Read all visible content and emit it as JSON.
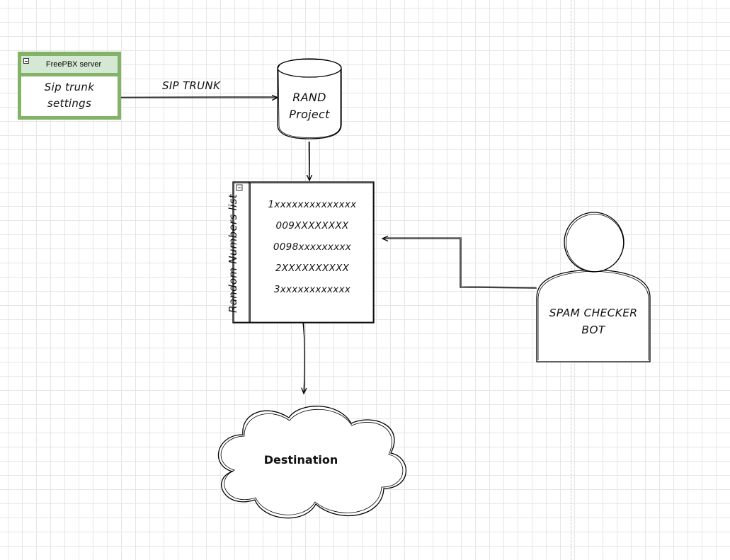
{
  "freepbx": {
    "title": "FreePBX server",
    "body_line1": "Sip trunk",
    "body_line2": "settings",
    "fill": "#82b366",
    "header_fill": "#d5e8d4"
  },
  "connector_label": "SIP TRUNK",
  "rand_project": {
    "line1": "RAND",
    "line2": "Project"
  },
  "random_numbers": {
    "title": "Random Numbers list",
    "items": [
      "1xxxxxxxxxxxxxx",
      "009XXXXXXXX",
      "0098xxxxxxxxx",
      "2XXXXXXXXXX",
      "3xxxxxxxxxxxx"
    ]
  },
  "spam_bot": {
    "line1": "SPAM CHECKER",
    "line2": "BOT"
  },
  "destination": "Destination",
  "colors": {
    "stroke": "#000000",
    "grid": "#e6e6e6",
    "background": "#ffffff"
  }
}
